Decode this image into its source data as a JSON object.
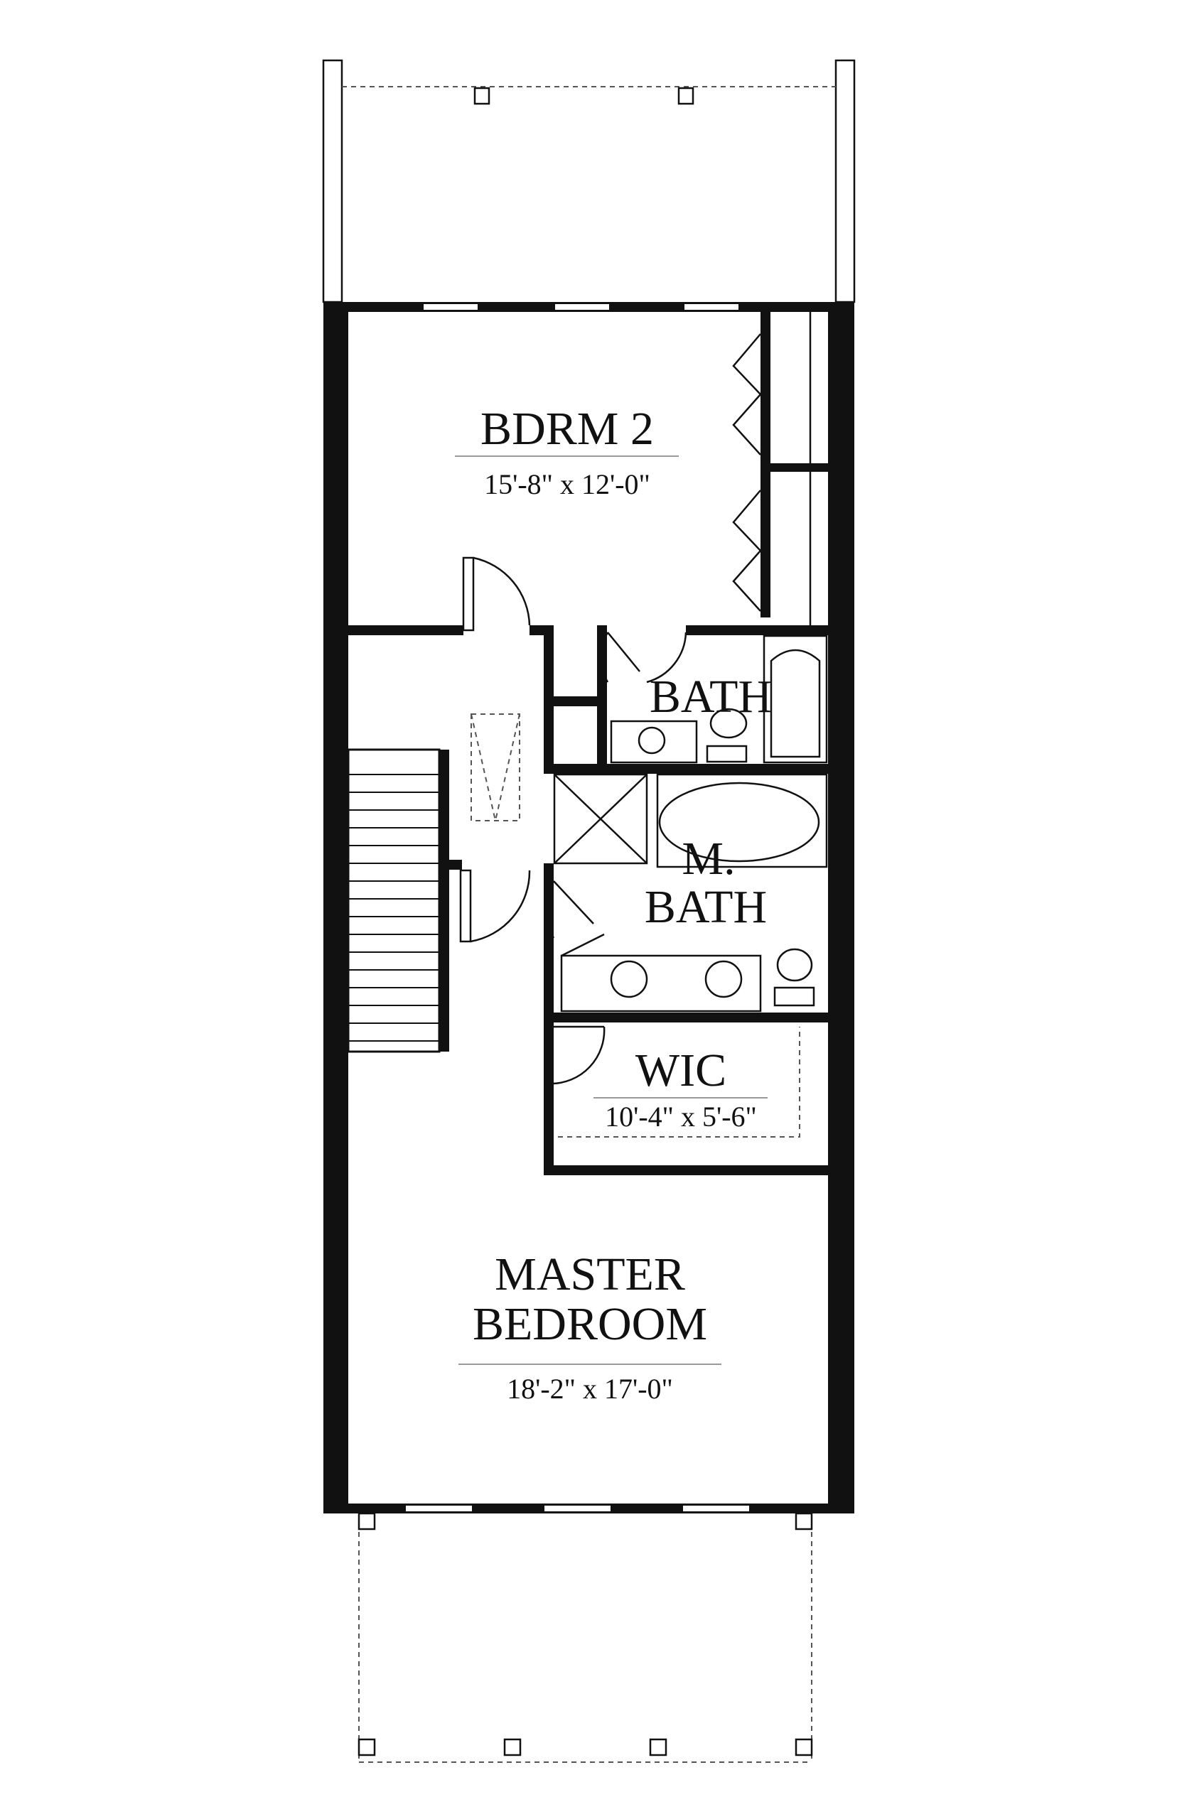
{
  "rooms": {
    "bdrm2": {
      "name": "BDRM 2",
      "dims": "15'-8\" x 12'-0\""
    },
    "bath": {
      "name": "BATH"
    },
    "m_bath": {
      "name_line1": "M.",
      "name_line2": "BATH"
    },
    "wic": {
      "name": "WIC",
      "dims": "10'-4\" x 5'-6\""
    },
    "master": {
      "name_line1": "MASTER",
      "name_line2": "BEDROOM",
      "dims": "18'-2\" x 17'-0\""
    }
  },
  "colors": {
    "wall": "#111111",
    "background": "#ffffff",
    "dashed": "#555555"
  }
}
